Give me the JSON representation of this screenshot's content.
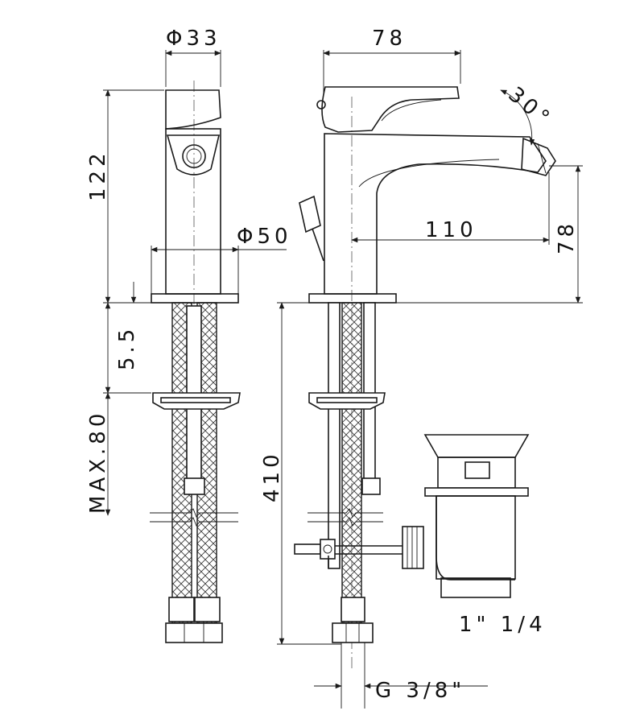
{
  "dimensions": {
    "d33": "Φ33",
    "w78": "78",
    "h122": "122",
    "d50": "Φ50",
    "a30": "30°",
    "l110": "110",
    "h78": "78",
    "d5_5": "5.5",
    "max80": "MAX.80",
    "h410": "410",
    "waste": "1\" 1/4",
    "g38": "G 3/8\""
  },
  "colors": {
    "line": "#1a1a1a",
    "background": "#ffffff"
  }
}
